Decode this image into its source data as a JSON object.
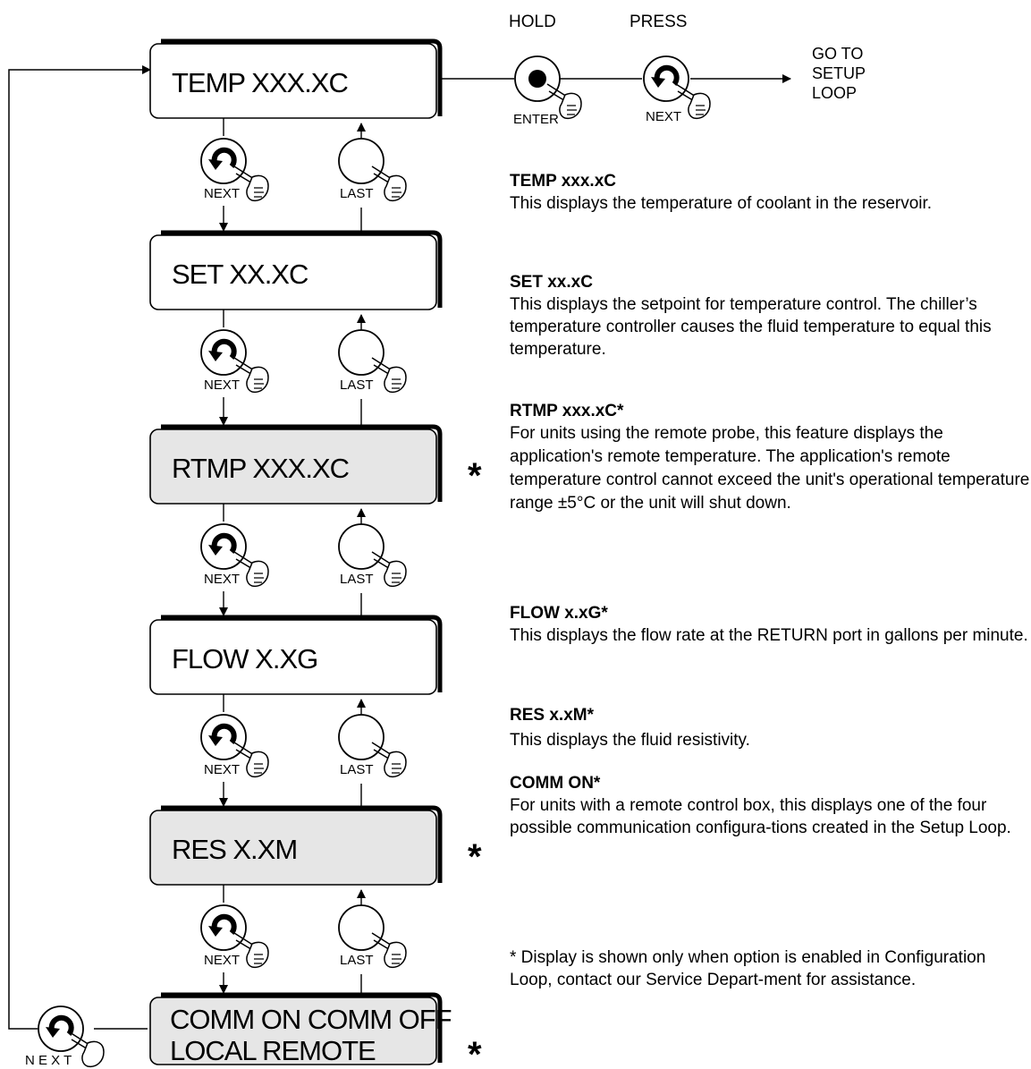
{
  "header": {
    "hold_label": "HOLD",
    "press_label": "PRESS",
    "enter_label": "ENTER",
    "next_label": "NEXT",
    "goto_lines": [
      "GO TO",
      "SETUP",
      "LOOP"
    ]
  },
  "displays": [
    {
      "line1": "TEMP    XXX.XC",
      "line2": "",
      "shaded": false,
      "optional": false
    },
    {
      "line1": "SET    XX.XC",
      "line2": "",
      "shaded": false,
      "optional": false
    },
    {
      "line1": "RTMP XXX.XC",
      "line2": "",
      "shaded": true,
      "optional": true
    },
    {
      "line1": "FLOW X.XG",
      "line2": "",
      "shaded": false,
      "optional": false
    },
    {
      "line1": "RES X.XM",
      "line2": "",
      "shaded": true,
      "optional": true
    },
    {
      "line1": "COMM ON    COMM OFF",
      "line2": "LOCAL          REMOTE",
      "shaded": true,
      "optional": true
    }
  ],
  "button_labels": {
    "next": "NEXT",
    "last": "LAST",
    "loop_next": "N E X T"
  },
  "star": "*",
  "descriptions": [
    {
      "title": "TEMP xxx.xC",
      "body": "This displays the temperature of coolant in the reservoir."
    },
    {
      "title": "SET xx.xC",
      "body": "This displays the setpoint for temperature control. The chiller’s temperature controller causes the fluid temperature to equal this temperature."
    },
    {
      "title": "RTMP xxx.xC*",
      "body": "For units using the remote probe, this feature displays the application's remote temperature.  The application's remote temperature control cannot exceed the unit's operational  temperature range ±5°C or the unit will shut down."
    },
    {
      "title": "FLOW x.xG*",
      "body": "This displays the flow rate at the RETURN port in gallons per minute."
    },
    {
      "title": "RES x.xM*",
      "body": "This displays the fluid resistivity."
    },
    {
      "title": "COMM ON*",
      "body": "For units with a remote control box, this displays one of  the four possible communication configura-tions created in the Setup Loop."
    }
  ],
  "footnote": "* Display is shown only when option is enabled in Configuration Loop,  contact  our Service Depart-ment for assistance."
}
